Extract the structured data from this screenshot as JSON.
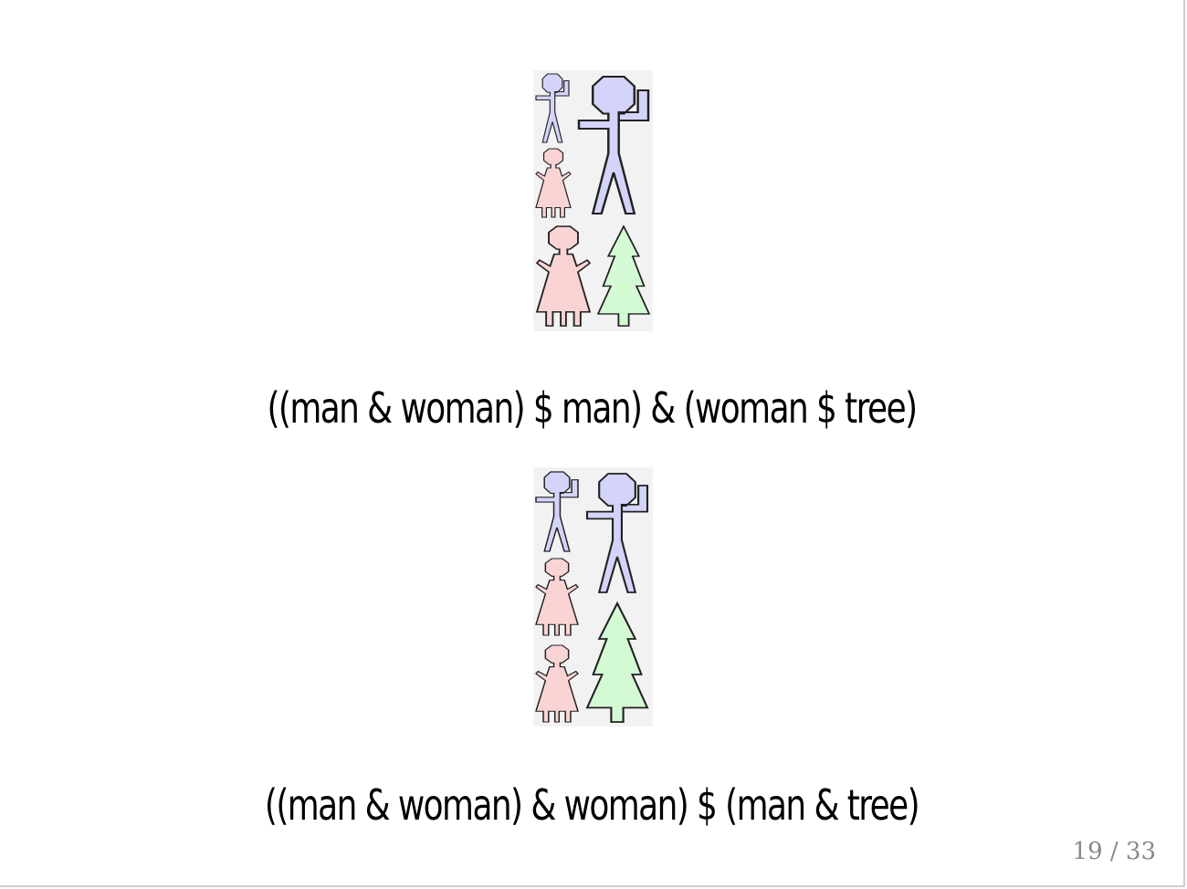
{
  "slide": {
    "expressions": [
      "((man & woman) $ man) & (woman $ tree)",
      "((man & woman) & woman) $ (man & tree)"
    ],
    "page_number": "19 / 33"
  },
  "colors": {
    "man": "#d4d4fa",
    "woman": "#fad4d4",
    "tree": "#d4fad4",
    "picture_background": "#f2f2f2"
  }
}
